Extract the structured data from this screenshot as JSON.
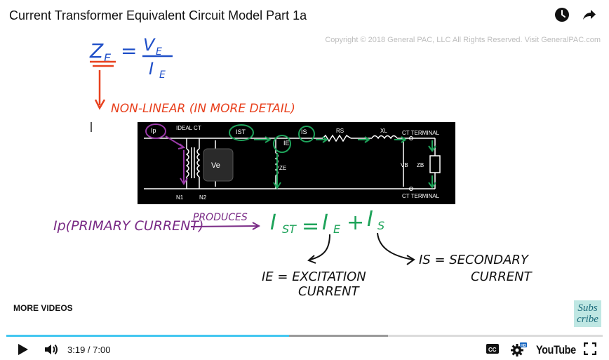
{
  "video": {
    "title": "Current Transformer Equivalent Circuit Model Part 1a",
    "copyright": "Copyright © 2018 General PAC, LLC All Rights Reserved. Visit GeneralPAC.com"
  },
  "whiteboard": {
    "formula_lhs": "Z",
    "formula_lhs_sub": "E",
    "formula_eq": "=",
    "formula_num": "V",
    "formula_num_sub": "E",
    "formula_den": "I",
    "formula_den_sub": "E",
    "nonlinear_note": "NON-LINEAR (IN MORE DETAIL)",
    "primary_label": "Ip(PRIMARY CURRENT)",
    "produces_label": "PRODUCES",
    "eq_ist": "I",
    "eq_ist_sub": "ST",
    "eq_equals": "=",
    "eq_ie": "I",
    "eq_ie_sub": "E",
    "eq_plus": "+",
    "eq_is": "I",
    "eq_is_sub": "S",
    "excitation_line1": "IE = EXCITATION",
    "excitation_line2": "CURRENT",
    "secondary_line1": "IS = SECONDARY",
    "secondary_line2": "CURRENT"
  },
  "circuit": {
    "ip": "Ip",
    "ideal_ct": "IDEAL CT",
    "ist": "IST",
    "is": "IS",
    "rs": "RS",
    "xl": "XL",
    "ct_terminal_top": "CT TERMINAL",
    "ie": "IE",
    "ve": "Ve",
    "ze": "ZE",
    "vb": "VB",
    "zb": "ZB",
    "n1": "N1",
    "n2": "N2",
    "ct_terminal_bottom": "CT TERMINAL"
  },
  "sidebar": {
    "more_videos": "MORE VIDEOS",
    "subscribe_line1": "Subs",
    "subscribe_line2": "cribe"
  },
  "player": {
    "current_time": "3:19 / 7:00",
    "played_fraction": 0.474,
    "buffered_fraction": 0.64,
    "logo_text": "YouTube"
  },
  "icons": {
    "watch_later": "clock-icon",
    "share": "share-icon",
    "play": "play-icon",
    "volume": "volume-icon",
    "captions": "captions-icon",
    "settings": "settings-gear-icon",
    "fullscreen": "fullscreen-icon"
  },
  "colors": {
    "handwriting_blue": "#1f4fc8",
    "handwriting_red": "#e8411e",
    "handwriting_purple": "#7a2b86",
    "handwriting_green": "#1ea35a",
    "progress_played": "#43c7f0"
  }
}
